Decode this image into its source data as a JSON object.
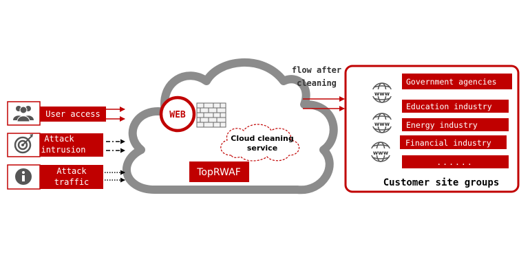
{
  "sources": [
    {
      "label": "User access",
      "icon": "users-icon"
    },
    {
      "label_lines": [
        "Attack",
        "intrusion"
      ],
      "icon": "target-icon"
    },
    {
      "label_lines": [
        "Attack",
        "traffic"
      ],
      "icon": "info-icon"
    }
  ],
  "cloud": {
    "web_label": "WEB",
    "cleaning_lines": [
      "Cloud cleaning",
      "service"
    ],
    "product_label": "TopRWAF"
  },
  "flow_label_lines": [
    "flow after",
    "cleaning"
  ],
  "customers": {
    "title": "Customer site groups",
    "items": [
      "Government agencies",
      "Education industry",
      "Energy industry",
      "Financial industry",
      "......"
    ]
  },
  "colors": {
    "accent": "#c00000",
    "cloud_stroke": "#8c8c8c",
    "icon_gray": "#555555",
    "text_white": "#ffffff",
    "text_dark": "#000000"
  }
}
